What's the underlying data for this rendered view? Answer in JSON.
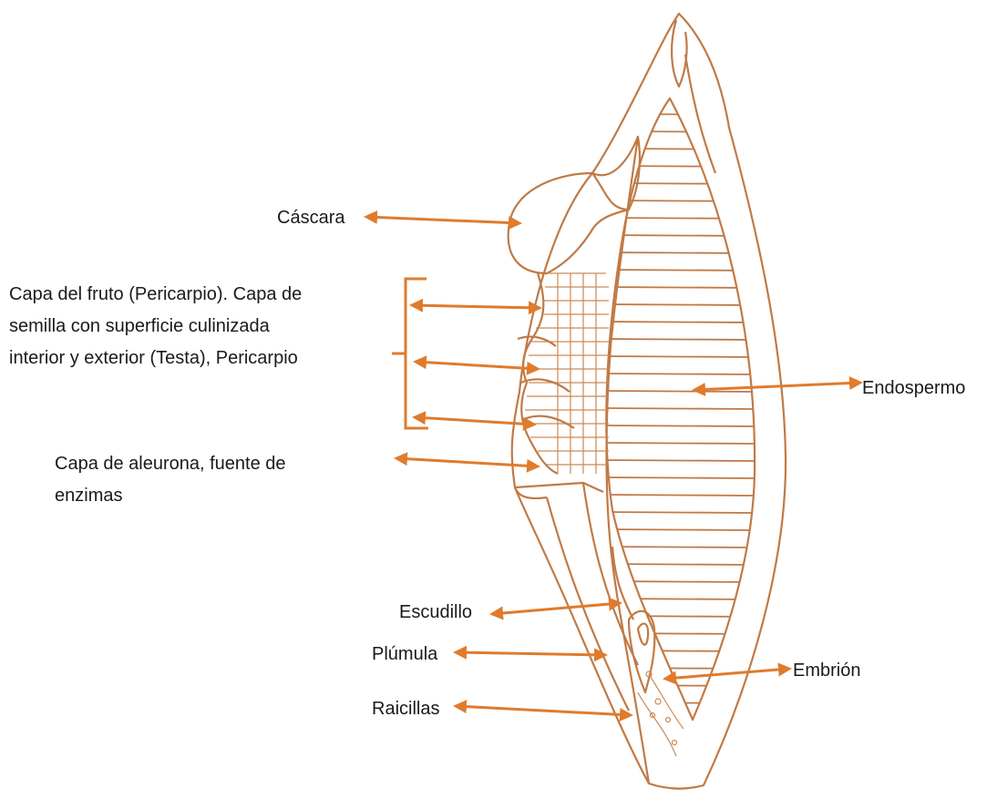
{
  "labels": {
    "cascara": "Cáscara",
    "pericarpio": [
      "Capa del fruto (Pericarpio). Capa de",
      "semilla con superficie culinizada",
      "interior y exterior (Testa), Pericarpio"
    ],
    "aleurona": [
      "Capa de aleurona, fuente de",
      "enzimas"
    ],
    "endospermo": "Endospermo",
    "escudillo": "Escudillo",
    "plumula": "Plúmula",
    "raicillas": "Raicillas",
    "embrion": "Embrión"
  },
  "colors": {
    "arrow": "#e07b2c",
    "outline": "#c07a46",
    "text": "#1a1a1a"
  }
}
